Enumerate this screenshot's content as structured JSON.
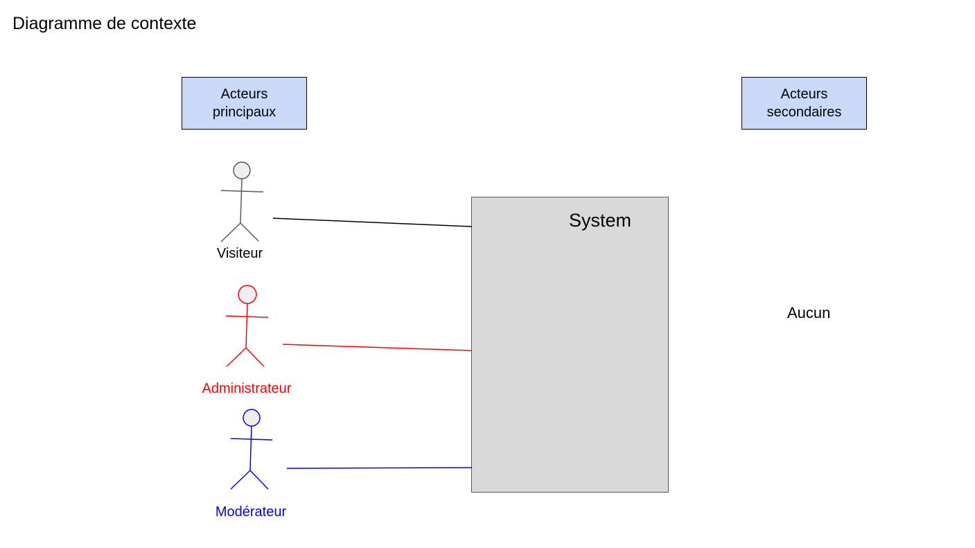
{
  "title": "Diagramme de contexte",
  "headers": {
    "primary": "Acteurs principaux",
    "secondary": "Acteurs secondaires"
  },
  "system": {
    "label": "System"
  },
  "actors": [
    {
      "name": "Visiteur",
      "color": "#000000",
      "figure_color": "#595959",
      "head_fill": "#efefef"
    },
    {
      "name": "Administrateur",
      "color": "#ff0000",
      "figure_color": "#ff0000",
      "head_fill": "#efefef"
    },
    {
      "name": "Modérateur",
      "color": "#0000ff",
      "figure_color": "#0000ff",
      "head_fill": "#efefef"
    }
  ],
  "secondary_actors_text": "Aucun",
  "colors": {
    "header_fill": "#c9daf8",
    "system_fill": "#d9d9d9"
  }
}
